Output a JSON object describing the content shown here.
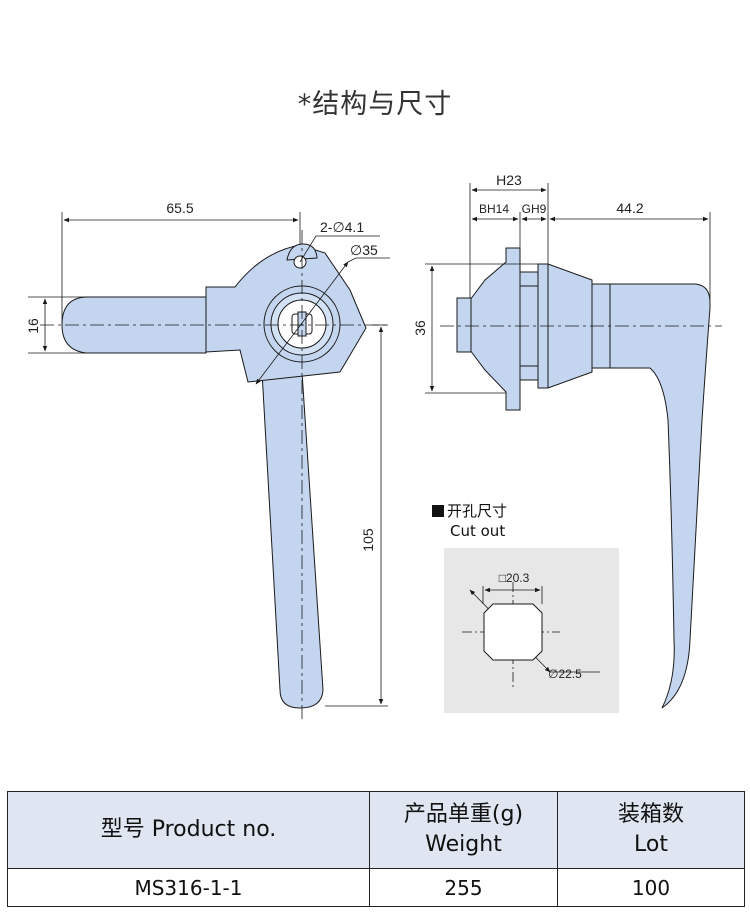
{
  "title": "*结构与尺寸",
  "dimensions": {
    "handle_length": "65.5",
    "hole": "2-∅4.1",
    "body_diameter": "∅35",
    "handle_width": "16",
    "lever_length": "105",
    "total_depth": "H23",
    "bh": "BH14",
    "gh": "GH9",
    "handle_reach": "44.2",
    "flange_height": "36"
  },
  "cutout": {
    "title_cn": "开孔尺寸",
    "title_en": "Cut out",
    "square": "□20.3",
    "diameter": "∅22.5"
  },
  "colors": {
    "part_fill": "#c3d5ef",
    "line": "#1a1a1a",
    "table_header": "#dfe6f2",
    "cutout_bg": "#e7e7e7"
  },
  "table": {
    "headers": {
      "product_cn": "型号",
      "product_en": "Product no.",
      "weight_cn": "产品单重(g)",
      "weight_en": "Weight",
      "lot_cn": "装箱数",
      "lot_en": "Lot"
    },
    "row": {
      "product": "MS316-1-1",
      "weight": "255",
      "lot": "100"
    }
  }
}
